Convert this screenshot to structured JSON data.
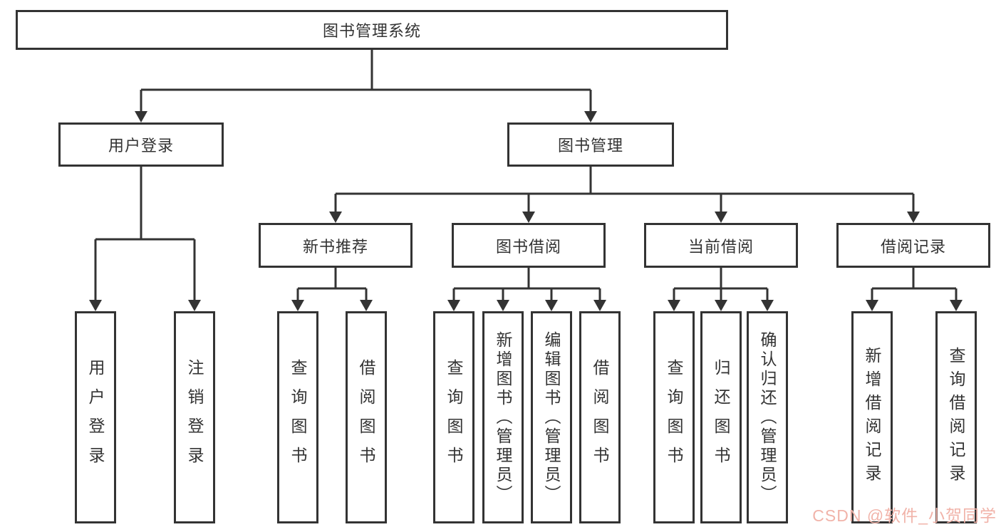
{
  "diagram": {
    "root": {
      "label": "图书管理系统",
      "children": [
        {
          "label": "用户登录",
          "children": [
            {
              "label": "用户登录"
            },
            {
              "label": "注销登录"
            }
          ]
        },
        {
          "label": "图书管理",
          "children": [
            {
              "label": "新书推荐",
              "children": [
                {
                  "label": "查询图书"
                },
                {
                  "label": "借阅图书"
                }
              ]
            },
            {
              "label": "图书借阅",
              "children": [
                {
                  "label": "查询图书"
                },
                {
                  "label": "新增图书（管理员）"
                },
                {
                  "label": "编辑图书（管理员）"
                },
                {
                  "label": "借阅图书"
                }
              ]
            },
            {
              "label": "当前借阅",
              "children": [
                {
                  "label": "查询图书"
                },
                {
                  "label": "归还图书"
                },
                {
                  "label": "确认归还（管理员）"
                }
              ]
            },
            {
              "label": "借阅记录",
              "children": [
                {
                  "label": "新增借阅记录"
                },
                {
                  "label": "查询借阅记录"
                }
              ]
            }
          ]
        }
      ]
    }
  },
  "watermark": {
    "text": "CSDN @软件_小贺同学"
  },
  "colors": {
    "line": "#333333",
    "text": "#333333",
    "background": "#ffffff",
    "watermark": "#f1b3a9"
  }
}
